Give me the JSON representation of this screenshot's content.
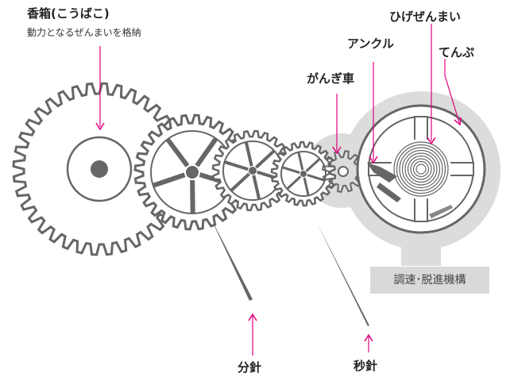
{
  "labels": {
    "barrel_title": "香箱(こうばこ)",
    "barrel_desc": "動力となるぜんまいを格納",
    "hairspring": "ひげぜんまい",
    "pallet_fork": "アンクル",
    "balance_wheel": "てんぷ",
    "gear_train": "がんぎ車",
    "regulator": "調速･脱進機構",
    "minute_hand": "分針",
    "second_hand": "秒針"
  },
  "colors": {
    "pointer": "#e3007f",
    "gear_stroke": "#555555",
    "background_shape": "#dcdcdc",
    "text": "#222222"
  }
}
